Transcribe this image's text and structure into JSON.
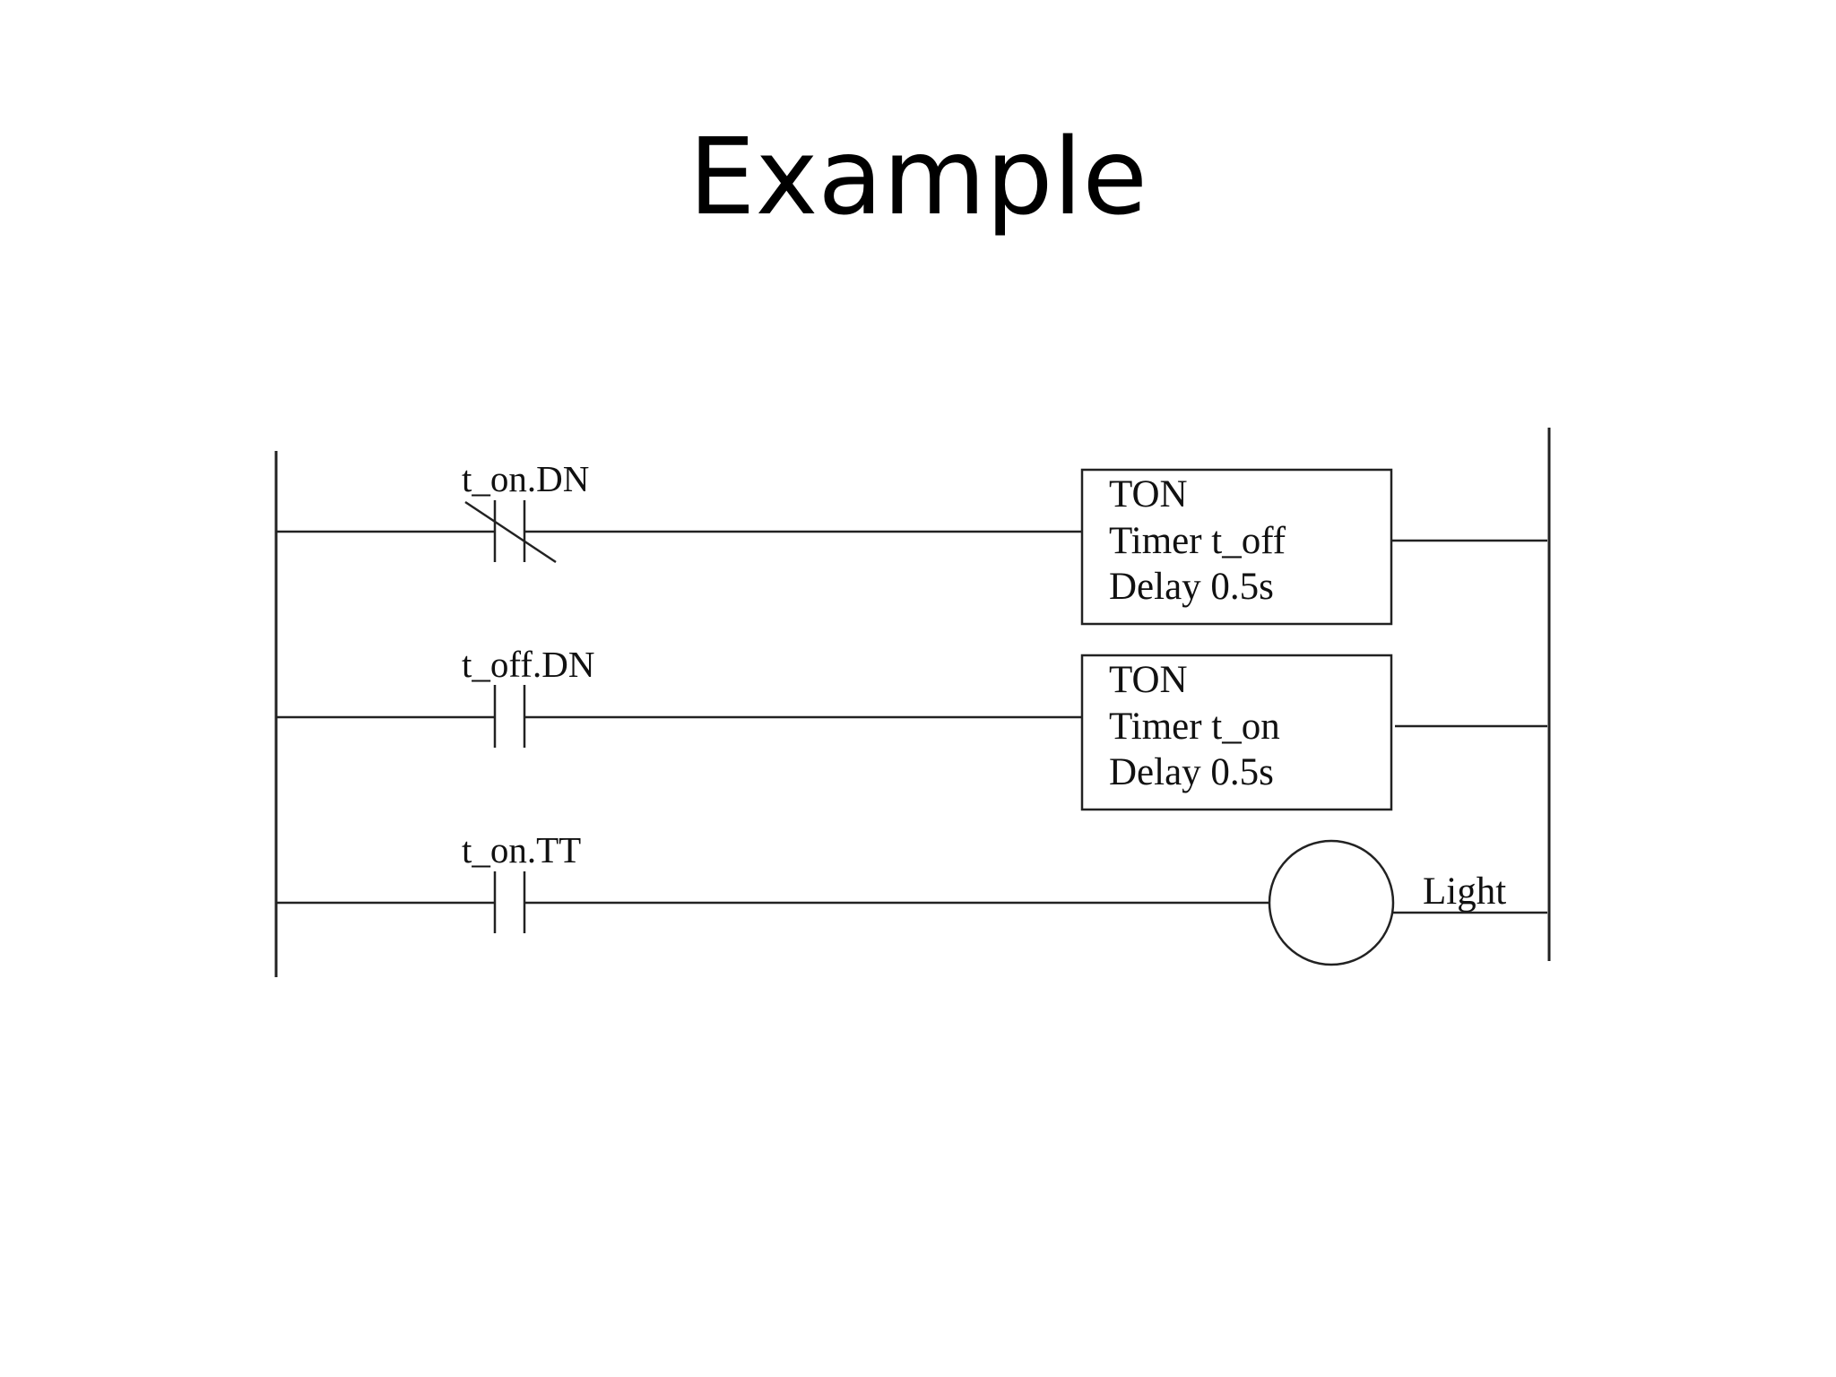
{
  "slide": {
    "title": "Example"
  },
  "ladder": {
    "rungs": [
      {
        "contact_label": "t_on.DN",
        "contact_type": "normally-closed",
        "output": {
          "kind": "timer-block",
          "line1": "TON",
          "line2": "Timer t_off",
          "line3": "Delay 0.5s"
        }
      },
      {
        "contact_label": "t_off.DN",
        "contact_type": "normally-open",
        "output": {
          "kind": "timer-block",
          "line1": "TON",
          "line2": "Timer t_on",
          "line3": "Delay 0.5s"
        }
      },
      {
        "contact_label": "t_on.TT",
        "contact_type": "normally-open",
        "output": {
          "kind": "coil",
          "label": "Light"
        }
      }
    ]
  },
  "colors": {
    "line": "#222222",
    "text": "#111111",
    "background": "#ffffff"
  }
}
